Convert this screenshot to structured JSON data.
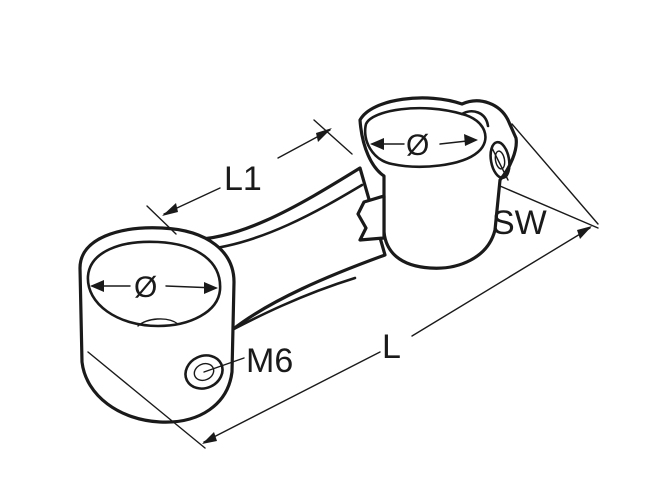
{
  "labels": {
    "overall_length": "L",
    "center_distance": "L1",
    "wrench_size": "SW",
    "thread": "M6",
    "diameter_left": "Ø",
    "diameter_right": "Ø"
  }
}
